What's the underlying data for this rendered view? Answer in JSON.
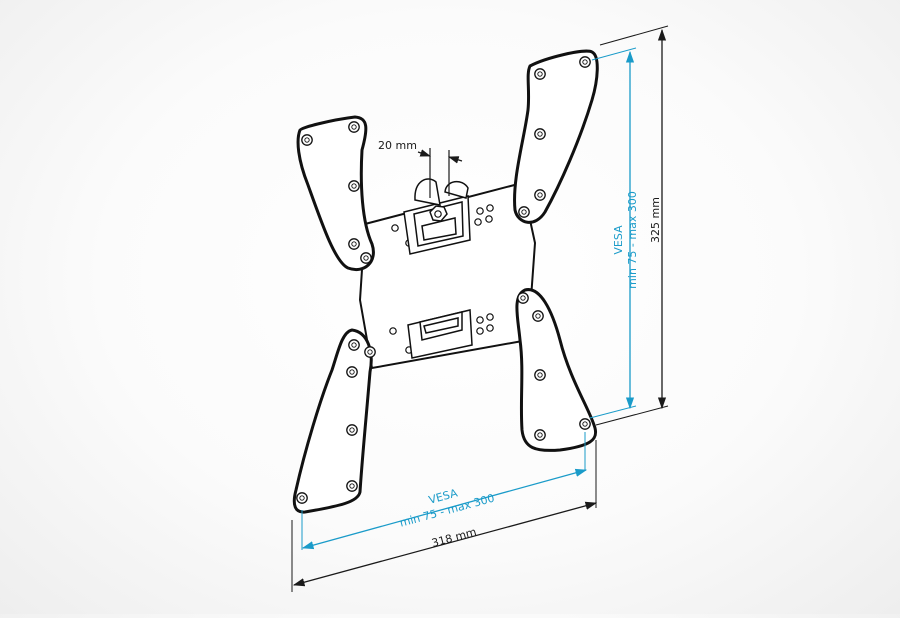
{
  "diagram": {
    "vesa_vertical_title": "VESA",
    "vesa_vertical_range": "min 75 - max 300",
    "vesa_horizontal_title": "VESA",
    "vesa_horizontal_range": "min 75 - max 300",
    "height_label": "325 mm",
    "width_label": "318 mm",
    "gap_label": "20 mm"
  },
  "colors": {
    "dimension": "#1a1a1a",
    "vesa": "#1a9bc9",
    "outline": "#111111",
    "plate_fill": "#ffffff"
  }
}
